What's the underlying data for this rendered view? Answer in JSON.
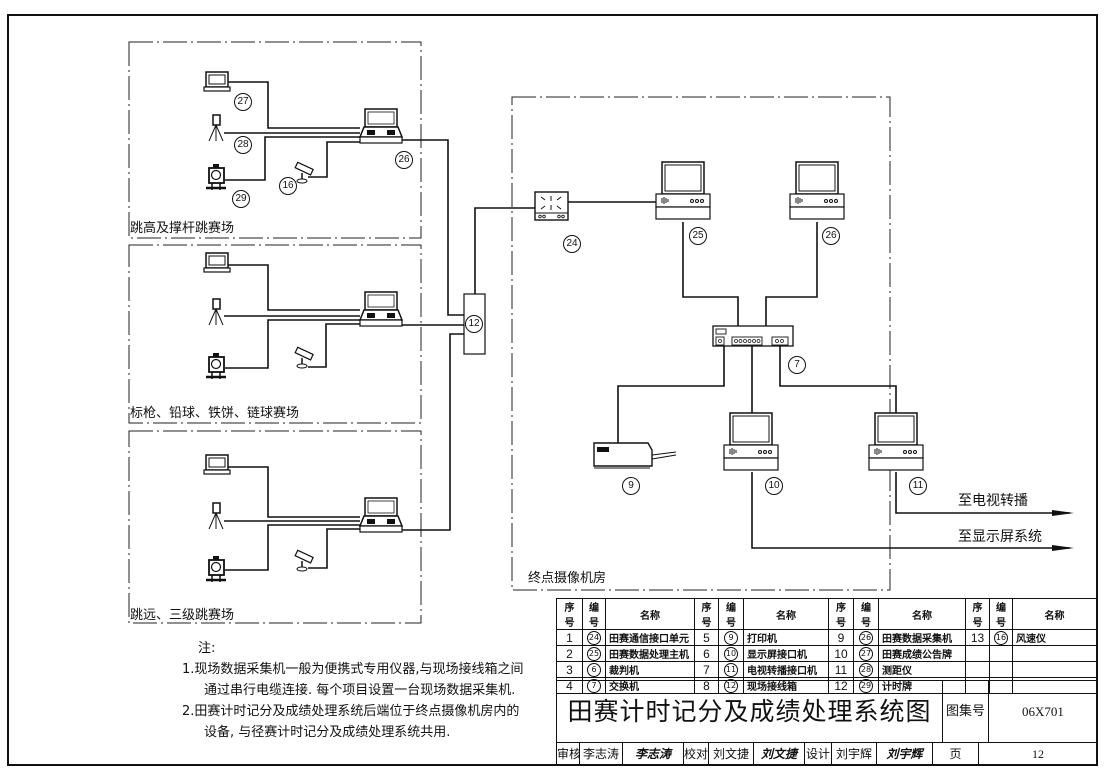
{
  "zones": {
    "high_jump": "跳高及撑杆跳赛场",
    "throwing": "标枪、铅球、铁饼、链球赛场",
    "long_jump": "跳远、三级跳赛场",
    "finish_room": "终点摄像机房"
  },
  "device_tags": {
    "scoreboard": "27",
    "rangefinder": "28",
    "timer": "29",
    "anemometer": "16",
    "field_collector": "26",
    "junction_box": "12",
    "interface_unit": "24",
    "processing_host": "25",
    "collector_host": "26",
    "switch": "7",
    "printer": "9",
    "display_interface": "10",
    "tv_interface": "11"
  },
  "outputs": {
    "tv": "至电视转播",
    "display": "至显示屏系统"
  },
  "notes": {
    "heading": "注:",
    "items": [
      [
        "1.现场数据采集机一般为便携式专用仪器,与现场接线箱之间",
        "通过串行电缆连接. 每个项目设置一台现场数据采集机."
      ],
      [
        "2.田赛计时记分及成绩处理系统后端位于终点摄像机房内的",
        "设备, 与径赛计时记分及成绩处理系统共用."
      ]
    ]
  },
  "parts_table": {
    "headers": [
      "序号",
      "编号",
      "名称"
    ],
    "rows": [
      [
        [
          "1",
          "24",
          "田赛通信接口单元"
        ],
        [
          "5",
          "9",
          "打印机"
        ],
        [
          "9",
          "26",
          "田赛数据采集机"
        ],
        [
          "13",
          "16",
          "风速仪"
        ]
      ],
      [
        [
          "2",
          "25",
          "田赛数据处理主机"
        ],
        [
          "6",
          "10",
          "显示屏接口机"
        ],
        [
          "10",
          "27",
          "田赛成绩公告牌"
        ],
        [
          "",
          "",
          ""
        ]
      ],
      [
        [
          "3",
          "6",
          "裁判机"
        ],
        [
          "7",
          "11",
          "电视转播接口机"
        ],
        [
          "11",
          "28",
          "测距仪"
        ],
        [
          "",
          "",
          ""
        ]
      ],
      [
        [
          "4",
          "7",
          "交换机"
        ],
        [
          "8",
          "12",
          "现场接线箱"
        ],
        [
          "12",
          "29",
          "计时牌"
        ],
        [
          "",
          "",
          ""
        ]
      ]
    ]
  },
  "title_block": {
    "title": "田赛计时记分及成绩处理系统图",
    "set_label": "图集号",
    "set_value": "06X701",
    "review_label": "审核",
    "review_name": "李志涛",
    "review_sign": "李志涛",
    "check_label": "校对",
    "check_name": "刘文捷",
    "check_sign": "刘文捷",
    "design_label": "设计",
    "design_name": "刘宇辉",
    "design_sign": "刘宇辉",
    "page_label": "页",
    "page_value": "12"
  }
}
